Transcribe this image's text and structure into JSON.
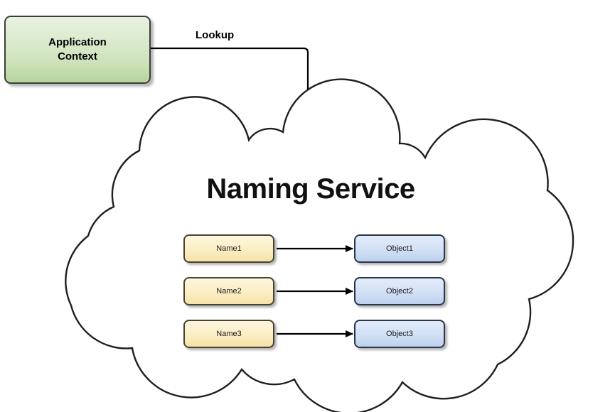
{
  "diagram": {
    "title": "Naming Service",
    "source_node": {
      "label": "Application\nContext",
      "fill_top": "#e9f2e0",
      "fill_bottom": "#b6d49c",
      "stroke": "#3d3d3d"
    },
    "lookup_edge": {
      "label": "Lookup",
      "stroke": "#000000",
      "arrowhead": "filled-triangle-down"
    },
    "cloud": {
      "name": "naming-service-cloud",
      "stroke": "#1a1a1a",
      "fill": "#ffffff"
    },
    "bindings": [
      {
        "name": "Name1",
        "object": "Object1",
        "arrow": "name1-to-object1-arrow"
      },
      {
        "name": "Name2",
        "object": "Object2",
        "arrow": "name2-to-object2-arrow"
      },
      {
        "name": "Name3",
        "object": "Object3",
        "arrow": "name3-to-object3-arrow"
      }
    ],
    "colors": {
      "name_box_fill_top": "#fdf6de",
      "name_box_fill_bottom": "#f6e3a8",
      "name_box_stroke": "#4a4230",
      "object_box_fill_top": "#e3ecfa",
      "object_box_fill_bottom": "#bcd1ee",
      "object_box_stroke": "#28354a",
      "background": "#ffffff"
    }
  }
}
